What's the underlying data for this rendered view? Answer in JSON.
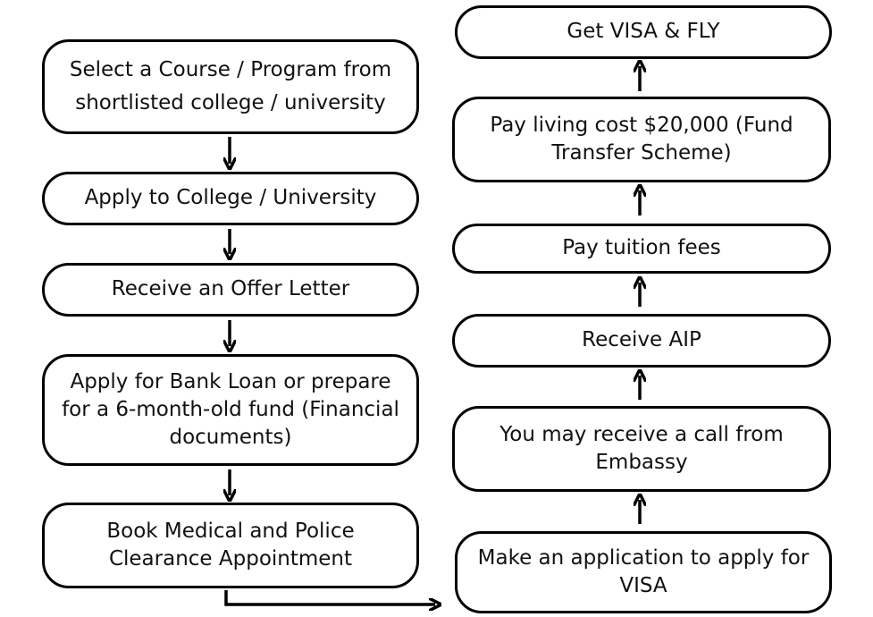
{
  "steps": {
    "select_course": "Select a Course / Program from shortlisted college / university",
    "apply_college": "Apply to College / University",
    "offer_letter": "Receive an Offer Letter",
    "bank_loan": "Apply for Bank Loan or prepare for a 6-month-old fund (Financial documents)",
    "medical": "Book Medical and Police Clearance Appointment",
    "visa_application": "Make an application to apply for VISA",
    "embassy_call": "You may receive a call from Embassy",
    "receive_aip": "Receive AIP",
    "tuition": "Pay tuition fees",
    "living_cost": "Pay living cost $20,000 (Fund Transfer Scheme)",
    "get_visa": "Get VISA & FLY"
  }
}
